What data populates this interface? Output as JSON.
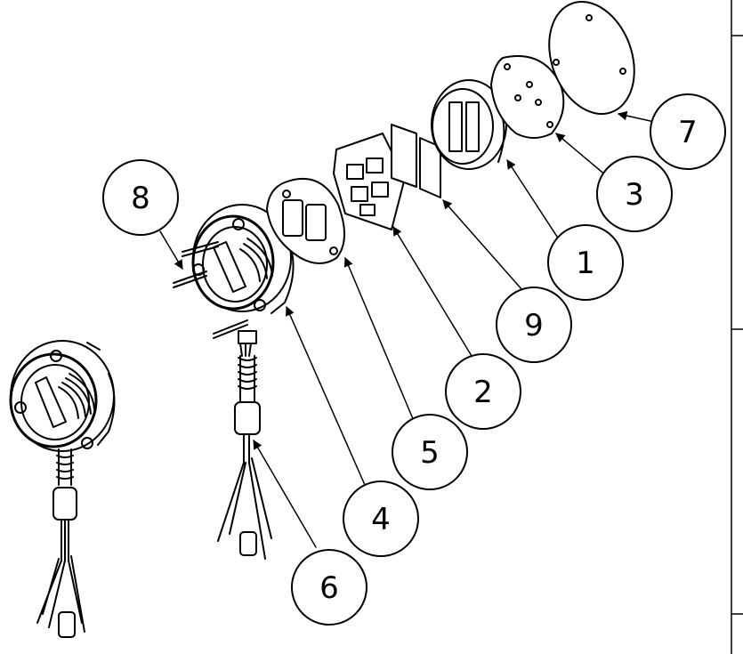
{
  "balloons": [
    {
      "id": "1",
      "label": "1"
    },
    {
      "id": "2",
      "label": "2"
    },
    {
      "id": "3",
      "label": "3"
    },
    {
      "id": "4",
      "label": "4"
    },
    {
      "id": "5",
      "label": "5"
    },
    {
      "id": "6",
      "label": "6"
    },
    {
      "id": "7",
      "label": "7"
    },
    {
      "id": "8",
      "label": "8"
    },
    {
      "id": "9",
      "label": "9"
    }
  ]
}
